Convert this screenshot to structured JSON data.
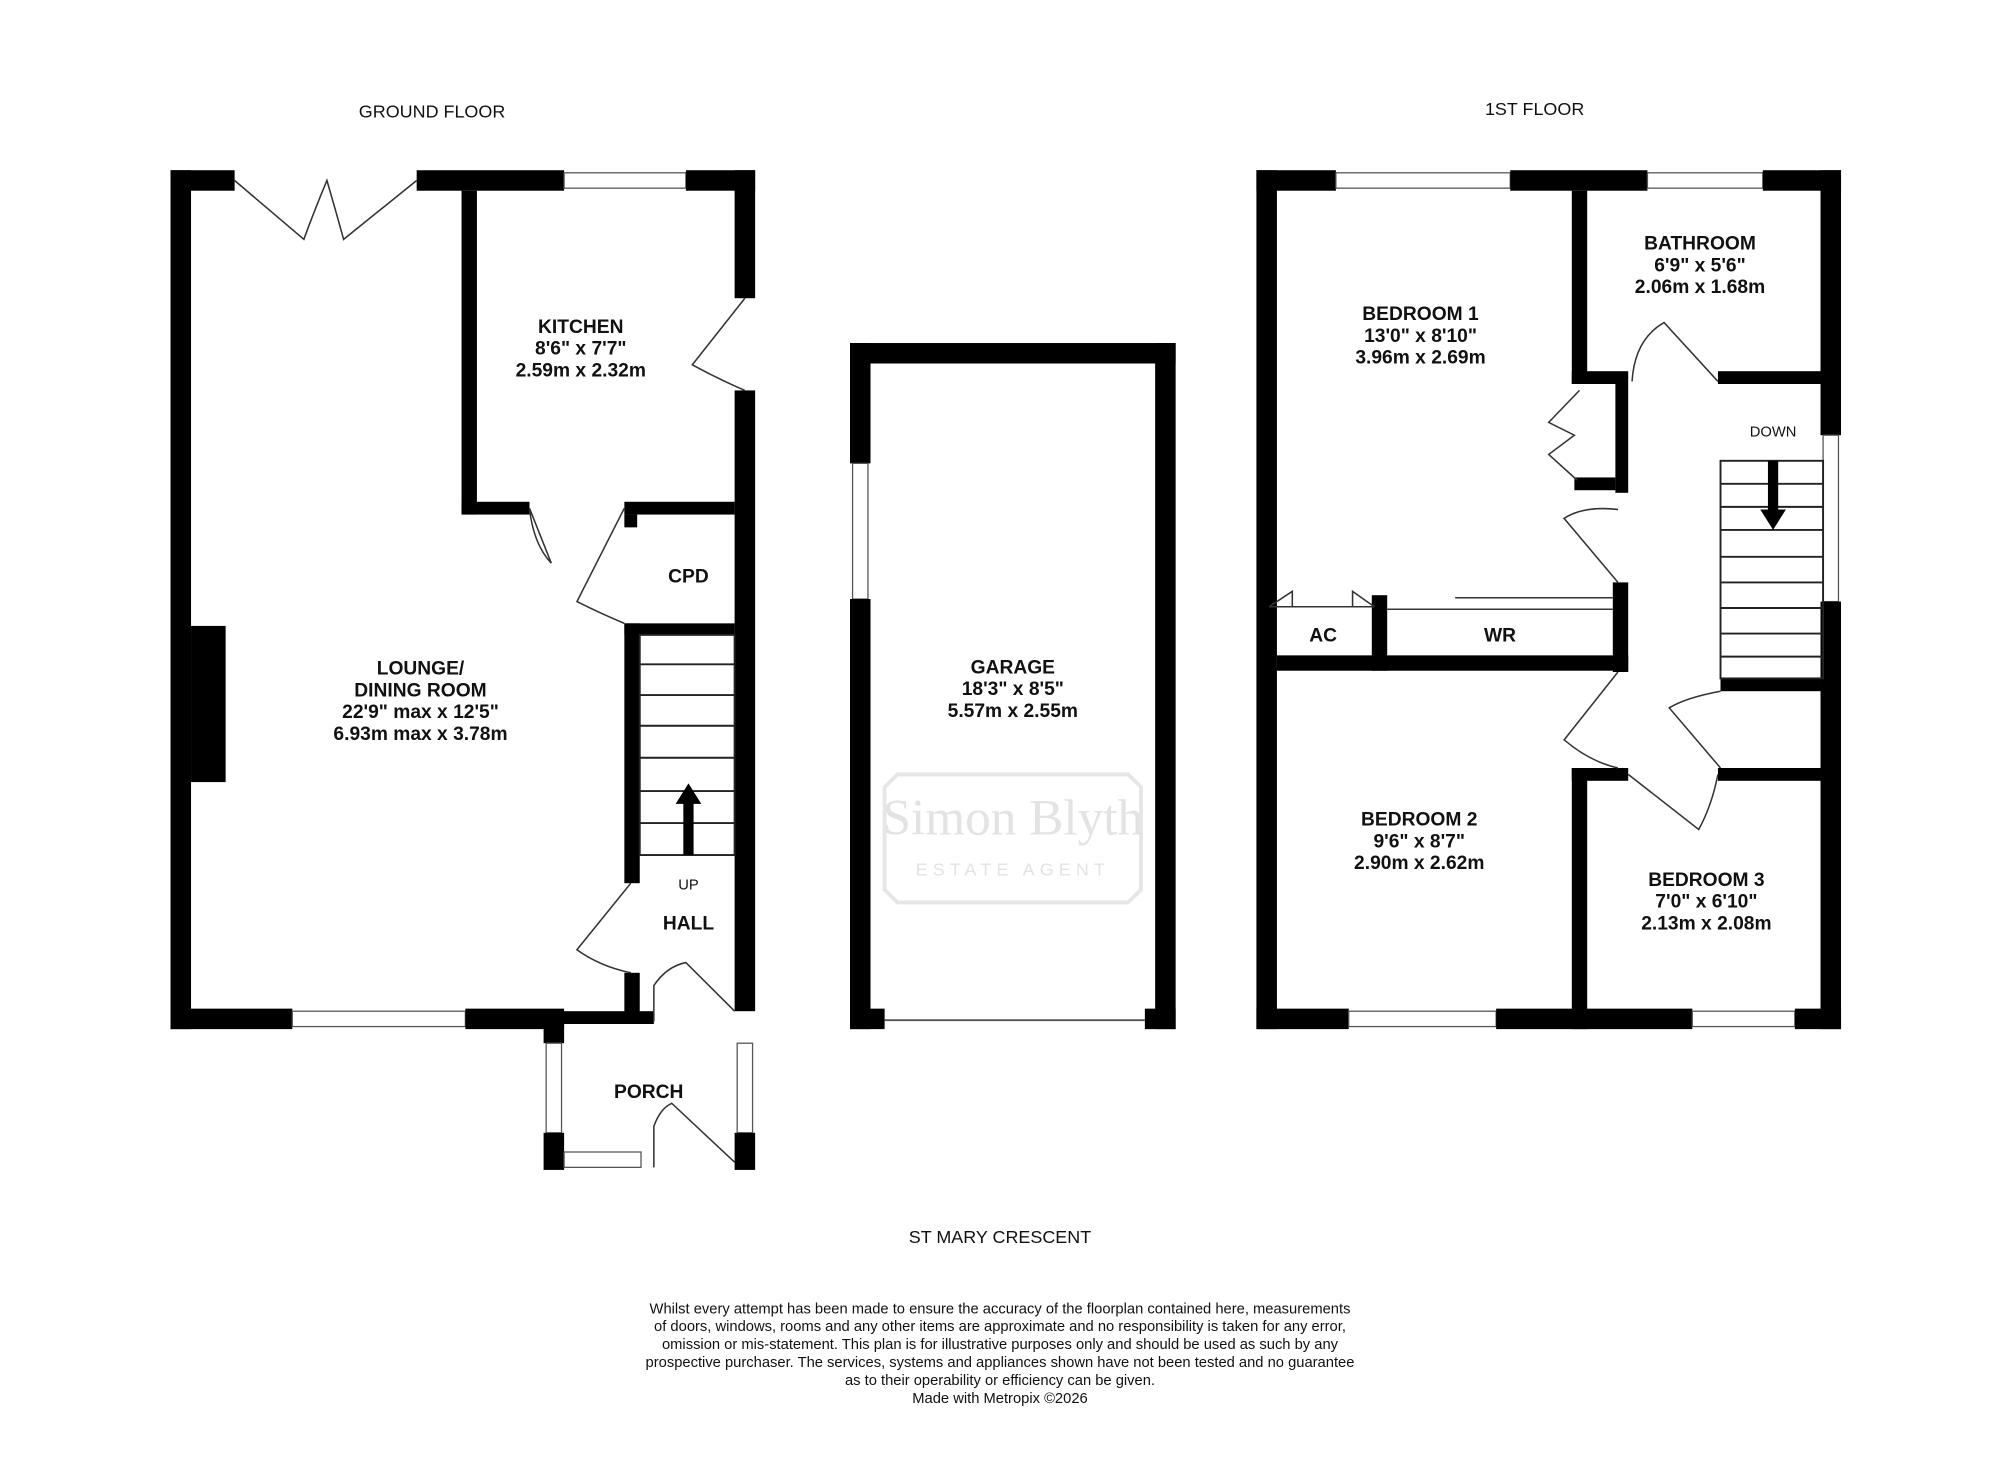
{
  "headings": {
    "ground_floor": "GROUND FLOOR",
    "first_floor": "1ST FLOOR",
    "street": "ST MARY CRESCENT"
  },
  "watermark": {
    "name": "Simon Blyth",
    "subtitle": "ESTATE AGENT"
  },
  "rooms": {
    "kitchen": {
      "name": "KITCHEN",
      "imperial": "8'6\"  x 7'7\"",
      "metric": "2.59m  x 2.32m"
    },
    "lounge": {
      "name": "LOUNGE/",
      "name2": "DINING ROOM",
      "imperial": "22'9\" max x 12'5\"",
      "metric": "6.93m max x 3.78m"
    },
    "cpd": {
      "name": "CPD"
    },
    "hall": {
      "name": "HALL",
      "stairs": "UP"
    },
    "porch": {
      "name": "PORCH"
    },
    "garage": {
      "name": "GARAGE",
      "imperial": "18'3\"  x 8'5\"",
      "metric": "5.57m  x 2.55m"
    },
    "bedroom1": {
      "name": "BEDROOM 1",
      "imperial": "13'0\"  x 8'10\"",
      "metric": "3.96m  x 2.69m"
    },
    "bathroom": {
      "name": "BATHROOM",
      "imperial": "6'9\"  x 5'6\"",
      "metric": "2.06m  x 1.68m"
    },
    "ac": {
      "name": "AC"
    },
    "wr": {
      "name": "WR"
    },
    "landing": {
      "stairs": "DOWN"
    },
    "bedroom2": {
      "name": "BEDROOM 2",
      "imperial": "9'6\"  x 8'7\"",
      "metric": "2.90m  x 2.62m"
    },
    "bedroom3": {
      "name": "BEDROOM 3",
      "imperial": "7'0\"  x 6'10\"",
      "metric": "2.13m  x 2.08m"
    }
  },
  "disclaimer": [
    "Whilst every attempt has been made to ensure the accuracy of the floorplan contained here, measurements",
    "of doors, windows, rooms and any other items are approximate and no responsibility is taken for any error,",
    "omission or mis-statement. This plan is for illustrative purposes only and should be used as such by any",
    "prospective purchaser. The services, systems and appliances shown have not been tested and no guarantee",
    "as to their operability or efficiency can be given.",
    "Made with Metropix ©2026"
  ]
}
